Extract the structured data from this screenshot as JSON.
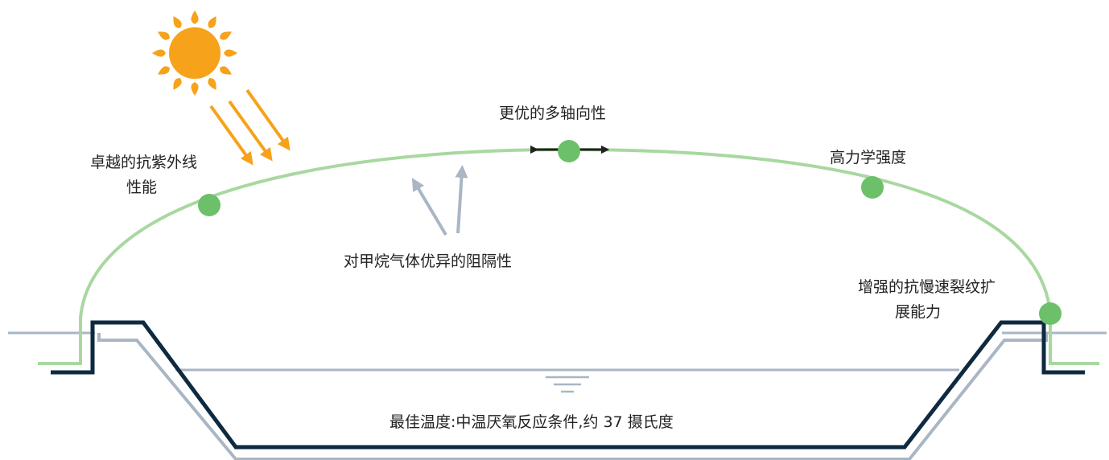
{
  "labels": {
    "uv": [
      "卓越的抗紫外线",
      "性能"
    ],
    "multiaxial": "更优的多轴向性",
    "strength": "高力学强度",
    "barrier": "对甲烷气体优异的阻隔性",
    "crack": [
      "增强的抗慢速裂纹扩",
      "展能力"
    ],
    "temperature": "最佳温度:中温厌氧反应条件,约 37 摄氏度"
  },
  "colors": {
    "membrane": "#a8d8a0",
    "point": "#6cc06a",
    "liner": "#0e2a40",
    "ground": "#a9b6c4",
    "sun": "#f6a21a",
    "arrow_dark": "#222222"
  }
}
